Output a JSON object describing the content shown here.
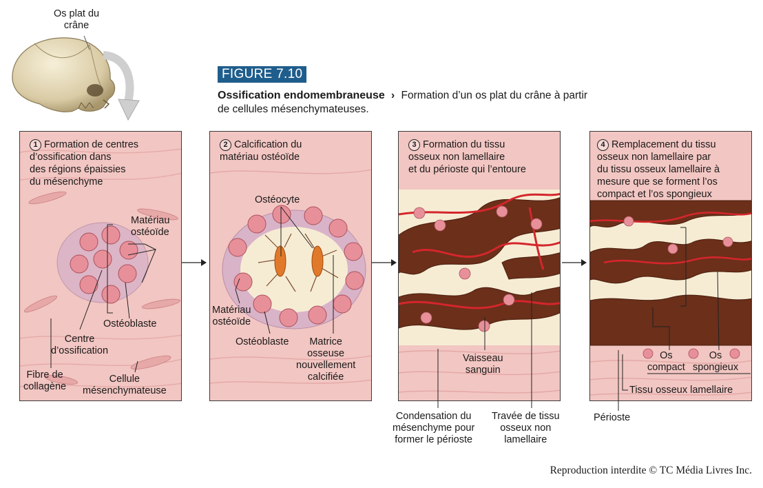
{
  "skull_label": "Os plat du\ncrâne",
  "figure": {
    "badge": "FIGURE 7.10",
    "title": "Ossification endomembraneuse",
    "separator": "›",
    "description_line1": "Formation d’un os plat du crâne à partir",
    "description_line2": "de cellules mésenchymateuses."
  },
  "panels": [
    {
      "number": "1",
      "step_text": "Formation de centres\nd’ossification dans\ndes régions épaissies\ndu mésenchyme",
      "labels": {
        "materiau": "Matériau\nostéoïde",
        "osteoblaste": "Ostéoblaste",
        "centre": "Centre\nd’ossification",
        "fibre": "Fibre de\ncollagène",
        "cellule": "Cellule\nmésenchymateuse"
      }
    },
    {
      "number": "2",
      "step_text": "Calcification du\nmatériau ostéoïde",
      "labels": {
        "osteocyte": "Ostéocyte",
        "materiau": "Matériau\nostéoïde",
        "osteoblaste": "Ostéoblaste",
        "matrice": "Matrice\nosseuse\nnouvellement\ncalcifiée"
      }
    },
    {
      "number": "3",
      "step_text": "Formation du tissu\nosseux non lamellaire\net du périoste qui l’entoure",
      "labels": {
        "vaisseau": "Vaisseau\nsanguin",
        "condensation": "Condensation du\nmésenchyme pour\nformer le périoste",
        "travee": "Travée de tissu\nosseux non\nlamellaire"
      }
    },
    {
      "number": "4",
      "step_text": "Remplacement du tissu\nosseux non lamellaire par\ndu tissu osseux lamellaire à\nmesure que se forment l’os\ncompact et l’os spongieux",
      "labels": {
        "os_compact": "Os\ncompact",
        "os_spongieux": "Os\nspongieux",
        "tissu_lamellaire": "Tissu osseux lamellaire",
        "perioste": "Périoste"
      }
    }
  ],
  "credit": "Reproduction interdite © TC Média Livres Inc.",
  "colors": {
    "badge": "#1f5d8c",
    "tissue": "#f2c6c2",
    "cell": "#e8909a",
    "bone_dark": "#6b2f1a",
    "vessel": "#d4262c",
    "cream": "#f6ecd4"
  },
  "icons": [
    "skull-icon",
    "curved-arrow-icon",
    "right-arrow-icon"
  ]
}
